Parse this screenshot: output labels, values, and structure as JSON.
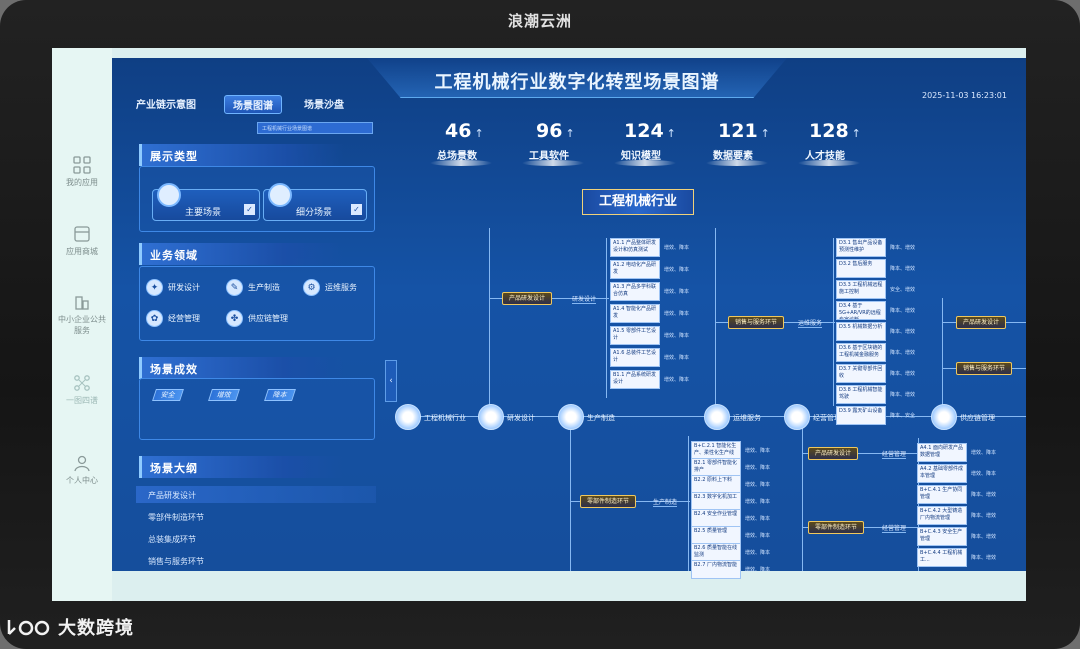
{
  "device": {
    "brand": "浪潮云洲"
  },
  "sidebar": {
    "items": [
      {
        "label": "我的应用",
        "icon": "grid-icon"
      },
      {
        "label": "应用商城",
        "icon": "store-icon"
      },
      {
        "label": "中小企业公共服务",
        "icon": "building-icon"
      },
      {
        "label": "一图四谱",
        "icon": "network-icon"
      },
      {
        "label": "个人中心",
        "icon": "user-icon"
      }
    ]
  },
  "header": {
    "title": "工程机械行业数字化转型场景图谱",
    "datetime": "2025-11-03 16:23:01"
  },
  "tabs": [
    "产业链示意图",
    "场景图谱",
    "场景沙盘"
  ],
  "subselect": "工程机械行业场景图谱",
  "display_type": {
    "title": "展示类型",
    "options": [
      "主要场景",
      "细分场景"
    ]
  },
  "business": {
    "title": "业务领域",
    "items": [
      "研发设计",
      "生产制造",
      "运维服务",
      "经营管理",
      "供应链管理"
    ]
  },
  "effect": {
    "title": "场景成效",
    "tags": [
      "安全",
      "增效",
      "降本"
    ]
  },
  "outline": {
    "title": "场景大纲",
    "items": [
      "产品研发设计",
      "零部件制造环节",
      "总装集成环节",
      "销售与服务环节"
    ]
  },
  "kpis": [
    {
      "value": "46",
      "label": "总场景数"
    },
    {
      "value": "96",
      "label": "工具软件"
    },
    {
      "value": "124",
      "label": "知识模型"
    },
    {
      "value": "121",
      "label": "数据要素"
    },
    {
      "value": "128",
      "label": "人才技能"
    }
  ],
  "map": {
    "root": "工程机械行业",
    "axis_nodes": [
      "工程机械行业",
      "研发设计",
      "生产制造",
      "运维服务",
      "经营管理",
      "供应链管理"
    ],
    "golds": {
      "rd": "产品研发设计",
      "rd_sub": "研发设计",
      "ops": "销售与服务环节",
      "ops_sub": "运维服务",
      "sc1": "产品研发设计",
      "sc2": "销售与服务环节",
      "prod": "零部件制造环节",
      "prod_sub": "生产制造",
      "mgmt1": "产品研发设计",
      "mgmt1_sub": "经营管理",
      "mgmt2": "零部件制造环节",
      "mgmt2_sub": "经营管理"
    },
    "cards_rd": [
      {
        "text": "A1.1 产品整体研发设计和仿真测试",
        "tags": "增效、降本"
      },
      {
        "text": "A1.2 电动化产品研发",
        "tags": "增效、降本"
      },
      {
        "text": "A1.3 产品多学科联合仿真",
        "tags": "增效、降本"
      },
      {
        "text": "A1.4 智能化产品研发",
        "tags": "增效、降本"
      },
      {
        "text": "A1.5 零部件工艺设计",
        "tags": "增效、降本"
      },
      {
        "text": "A1.6 总装件工艺设计",
        "tags": "增效、降本"
      },
      {
        "text": "B1.1 产品系统研发设计",
        "tags": "增效、降本"
      }
    ],
    "cards_ops": [
      {
        "text": "D3.1 售出产品设备预测性维护",
        "tags": "降本、增效"
      },
      {
        "text": "D3.2 售后服务",
        "tags": "降本、增效"
      },
      {
        "text": "D3.3 工程机械远程施工控制",
        "tags": "安全、增效"
      },
      {
        "text": "D3.4 基于5G+AR/VR的远程专家诊断",
        "tags": "降本、增效"
      },
      {
        "text": "D3.5 机械数据分析",
        "tags": "降本、增效"
      },
      {
        "text": "D3.6 基于区块链的工程机械金融服务",
        "tags": "降本、增效"
      },
      {
        "text": "D3.7 关键零部件回收",
        "tags": "降本、增效"
      },
      {
        "text": "D3.8 工程机械智能驾驶",
        "tags": "降本、增效"
      },
      {
        "text": "D3.9 露天矿山设备",
        "tags": "降本、安全"
      }
    ],
    "cards_prod": [
      {
        "text": "B+C.2.1 智能化生产、柔性化生产线",
        "tags": "增效、降本"
      },
      {
        "text": "B2.1 零部件智能化排产",
        "tags": "增效、降本"
      },
      {
        "text": "B2.2 原料上下料",
        "tags": "增效、降本"
      },
      {
        "text": "B2.3 数字化机加工",
        "tags": "增效、降本"
      },
      {
        "text": "B2.4 安全作业管理",
        "tags": "增效、降本"
      },
      {
        "text": "B2.5 质量管理",
        "tags": "增效、降本"
      },
      {
        "text": "B2.6 质量智能在线监测",
        "tags": "增效、降本"
      },
      {
        "text": "B2.7 厂内物流智能",
        "tags": "增效、降本"
      }
    ],
    "cards_mgmt": [
      {
        "text": "A4.1 面向研发产品数据管理",
        "tags": "增效、降本"
      },
      {
        "text": "A4.2 基础零部件成本管理",
        "tags": "增效、降本"
      },
      {
        "text": "B+C.4.1 生产协同管理",
        "tags": "降本、增效"
      },
      {
        "text": "B+C.4.2 大型铸造厂内物流管理",
        "tags": "降本、增效"
      },
      {
        "text": "B+C.4.3 安全生产管理",
        "tags": "降本、增效"
      },
      {
        "text": "B+C.4.4 工程机械工...",
        "tags": "降本、增效"
      }
    ]
  },
  "watermark": "大数跨境"
}
